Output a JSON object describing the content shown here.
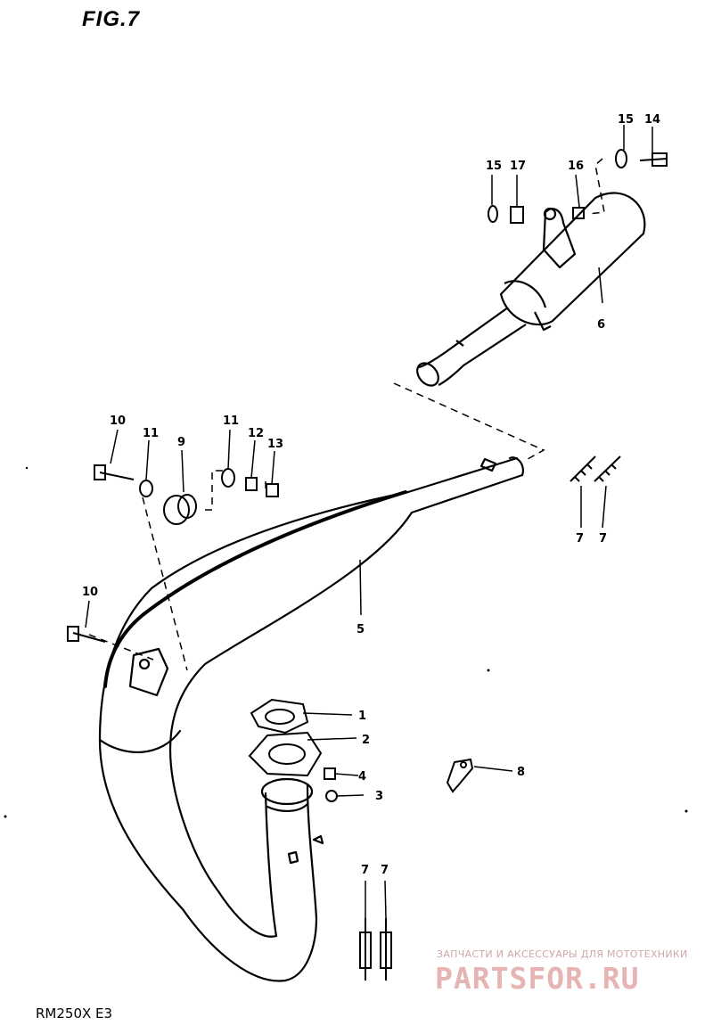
{
  "figure_title": "FIG.7",
  "model_code": "RM250X E3",
  "watermark": {
    "tagline": "ЗАПЧАСТИ И АКСЕССУАРЫ ДЛЯ МОТОТЕХНИКИ",
    "brand": "PARTSFOR.RU"
  },
  "labels": {
    "p1": "1",
    "p2": "2",
    "p3": "3",
    "p4": "4",
    "p5": "5",
    "p6": "6",
    "p7a": "7",
    "p7b": "7",
    "p7c": "7",
    "p7d": "7",
    "p8": "8",
    "p9": "9",
    "p10a": "10",
    "p10b": "10",
    "p11a": "11",
    "p11b": "11",
    "p12": "12",
    "p13": "13",
    "p14": "14",
    "p15a": "15",
    "p15b": "15",
    "p16": "16",
    "p17": "17"
  }
}
